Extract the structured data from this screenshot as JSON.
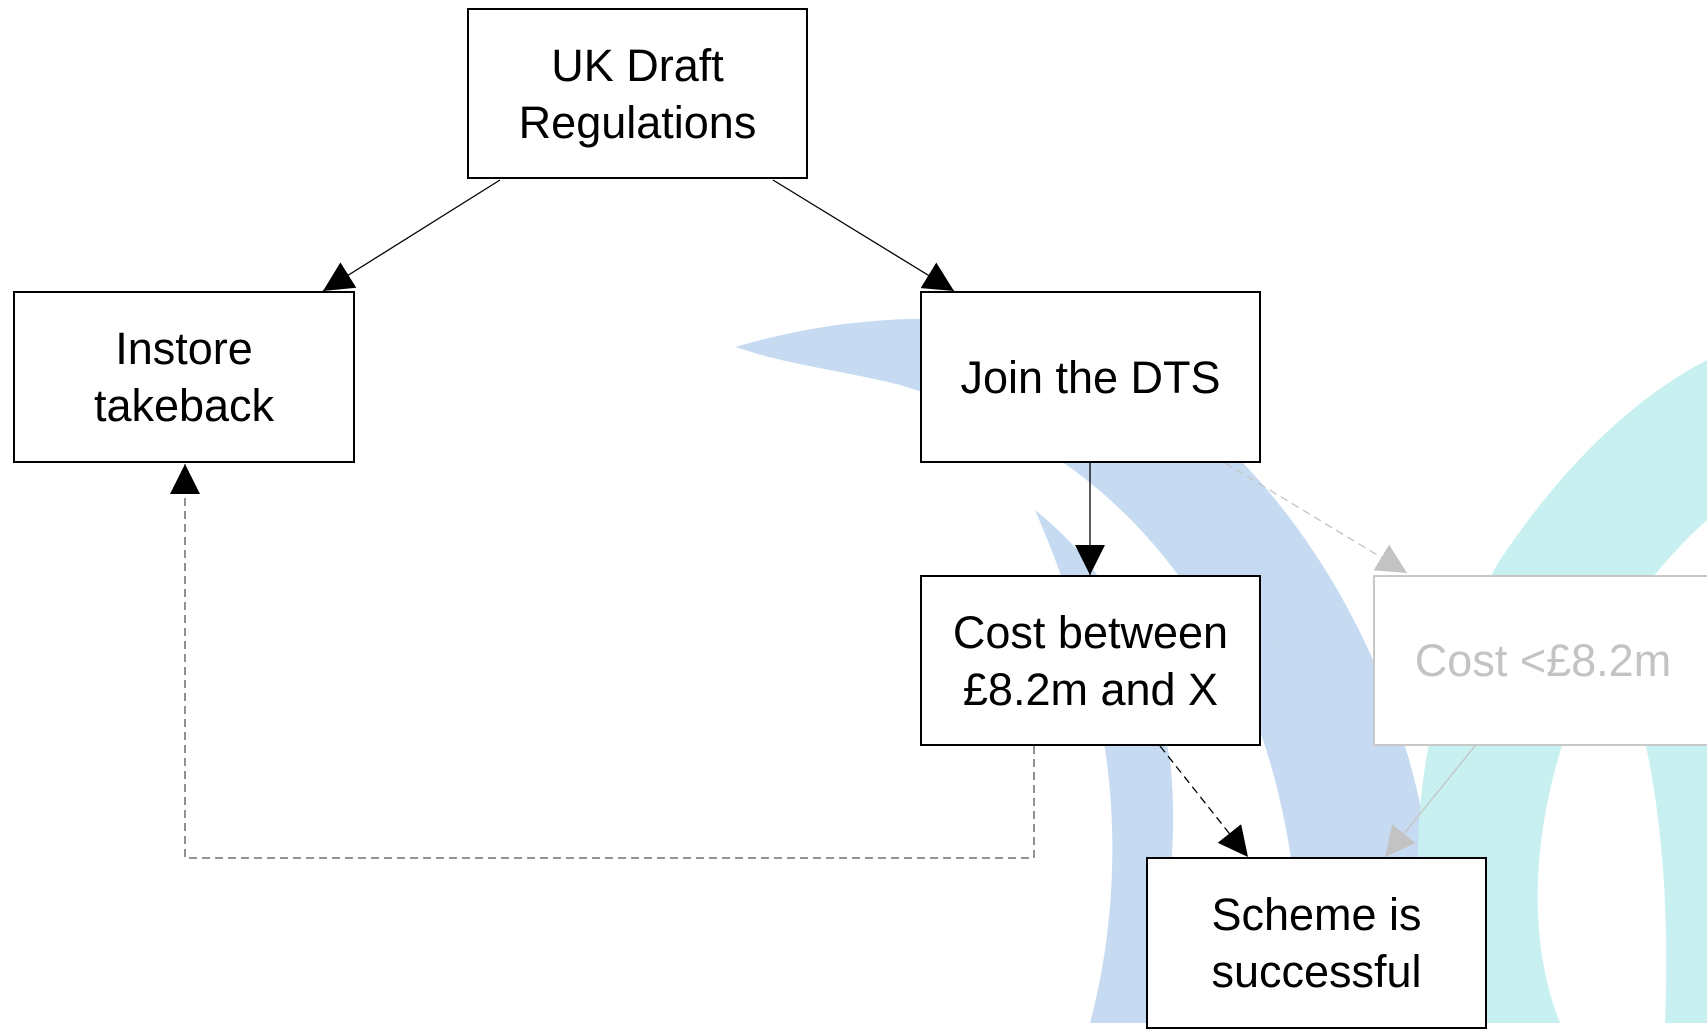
{
  "diagram": {
    "nodes": {
      "uk_draft_regulations": {
        "label": "UK Draft\nRegulations"
      },
      "instore_takeback": {
        "label": "Instore\ntakeback"
      },
      "join_dts": {
        "label": "Join the DTS"
      },
      "cost_between": {
        "label": "Cost between\n£8.2m and X"
      },
      "cost_less": {
        "label": "Cost <£8.2m"
      },
      "scheme_successful": {
        "label": "Scheme is\nsuccessful"
      }
    },
    "edges": [
      {
        "from": "uk_draft_regulations",
        "to": "instore_takeback",
        "style": "solid"
      },
      {
        "from": "uk_draft_regulations",
        "to": "join_dts",
        "style": "solid"
      },
      {
        "from": "join_dts",
        "to": "cost_between",
        "style": "solid"
      },
      {
        "from": "join_dts",
        "to": "cost_less",
        "style": "dashed",
        "faded": true
      },
      {
        "from": "cost_between",
        "to": "scheme_successful",
        "style": "dashed"
      },
      {
        "from": "cost_less",
        "to": "scheme_successful",
        "style": "solid",
        "faded": true
      },
      {
        "from": "cost_between",
        "to": "instore_takeback",
        "style": "dashed"
      }
    ],
    "colors": {
      "line": "#000000",
      "faded": "#c3c3c3",
      "watermark_blue": "#c6dbf1",
      "watermark_cyan": "#c8f0f0"
    }
  }
}
